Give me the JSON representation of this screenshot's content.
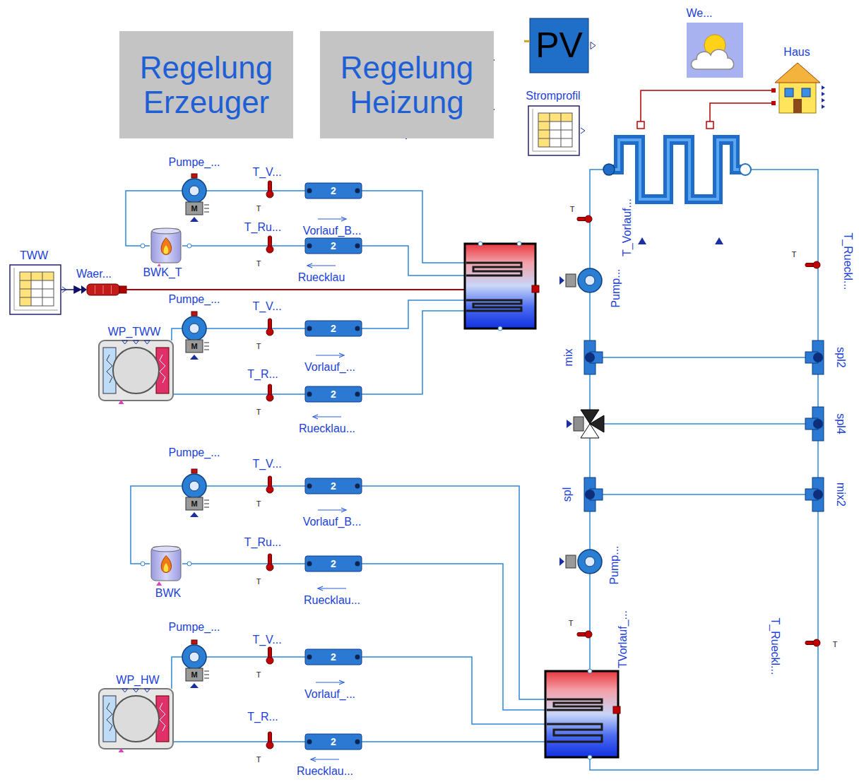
{
  "diagram": {
    "nodes": [
      {
        "text": [
          "Regelung Erzeuger"
        ]
      },
      {
        "text": [
          "Regelung Heizung"
        ]
      },
      {
        "text": [
          "PV"
        ]
      },
      {
        "text": [
          "We..."
        ]
      },
      {
        "text": [
          "Stromprofil"
        ]
      },
      {
        "text": [
          "Haus"
        ]
      },
      {
        "text": [
          "Pumpe_...",
          "M"
        ]
      },
      {
        "text": [
          "T_V...",
          "T"
        ]
      },
      {
        "text": [
          "2",
          "Vorlauf_B..."
        ]
      },
      {
        "text": [
          "TWW"
        ]
      },
      {
        "text": [
          "Waer..."
        ]
      },
      {
        "text": [
          "BWK_T"
        ]
      },
      {
        "text": [
          "T_Ru...",
          "T"
        ]
      },
      {
        "text": [
          "2",
          "Ruecklau"
        ]
      },
      {
        "text": [
          "Pumpe_...",
          "M"
        ]
      },
      {
        "text": [
          "WP_TWW"
        ]
      },
      {
        "text": [
          "T_V...",
          "T"
        ]
      },
      {
        "text": [
          "2",
          "Vorlauf_..."
        ]
      },
      {
        "text": [
          "T_R...",
          "T"
        ]
      },
      {
        "text": [
          "2",
          "Ruecklau..."
        ]
      },
      {
        "text": [
          "Pumpe_...",
          "M"
        ]
      },
      {
        "text": [
          "T_V...",
          "T"
        ]
      },
      {
        "text": [
          "2",
          "Vorlauf_B..."
        ]
      },
      {
        "text": [
          "BWK"
        ]
      },
      {
        "text": [
          "T_Ru...",
          "T"
        ]
      },
      {
        "text": [
          "2",
          "Ruecklau..."
        ]
      },
      {
        "text": [
          "Pumpe_...",
          "M"
        ]
      },
      {
        "text": [
          "T_V...",
          "T"
        ]
      },
      {
        "text": [
          "2",
          "Vorlauf_..."
        ]
      },
      {
        "text": [
          "WP_HW"
        ]
      },
      {
        "text": [
          "T_R...",
          "T"
        ]
      },
      {
        "text": [
          "2",
          "Ruecklau..."
        ]
      },
      {
        "text": [
          "T_Vorlauf...",
          "T"
        ]
      },
      {
        "text": [
          "Pump..."
        ]
      },
      {
        "text": [
          "mix"
        ]
      },
      {
        "text": [
          "spl"
        ]
      },
      {
        "text": [
          "Pump..."
        ]
      },
      {
        "text": [
          "TVorlauf_...",
          "T"
        ]
      },
      {
        "text": [
          "T_Rueckl...",
          "T"
        ]
      },
      {
        "text": [
          "spl2"
        ]
      },
      {
        "text": [
          "spl4"
        ]
      },
      {
        "text": [
          "mix2"
        ]
      },
      {
        "text": [
          "T_Rueckl...",
          "T"
        ]
      }
    ],
    "edges": [
      {
        "from": 9,
        "to": 10,
        "arrow": "to"
      },
      {
        "from": 11,
        "to": 6,
        "arrow": "none"
      },
      {
        "from": 6,
        "to": 7,
        "arrow": "none"
      },
      {
        "from": 7,
        "to": 8,
        "arrow": "none"
      },
      {
        "from": 11,
        "to": 12,
        "arrow": "none"
      },
      {
        "from": 12,
        "to": 13,
        "arrow": "none"
      },
      {
        "from": 15,
        "to": 14,
        "arrow": "none"
      },
      {
        "from": 14,
        "to": 16,
        "arrow": "none"
      },
      {
        "from": 16,
        "to": 17,
        "arrow": "none"
      },
      {
        "from": 15,
        "to": 18,
        "arrow": "none"
      },
      {
        "from": 18,
        "to": 19,
        "arrow": "none"
      },
      {
        "from": 23,
        "to": 20,
        "arrow": "none"
      },
      {
        "from": 20,
        "to": 21,
        "arrow": "none"
      },
      {
        "from": 21,
        "to": 22,
        "arrow": "none"
      },
      {
        "from": 23,
        "to": 24,
        "arrow": "none"
      },
      {
        "from": 24,
        "to": 25,
        "arrow": "none"
      },
      {
        "from": 29,
        "to": 26,
        "arrow": "none"
      },
      {
        "from": 26,
        "to": 27,
        "arrow": "none"
      },
      {
        "from": 27,
        "to": 28,
        "arrow": "none"
      },
      {
        "from": 29,
        "to": 30,
        "arrow": "none"
      },
      {
        "from": 30,
        "to": 31,
        "arrow": "none"
      },
      {
        "from": 33,
        "to": 32,
        "arrow": "none"
      },
      {
        "from": 34,
        "to": 33,
        "arrow": "none"
      },
      {
        "from": 36,
        "to": 35,
        "arrow": "none"
      },
      {
        "from": 37,
        "to": 36,
        "arrow": "none"
      },
      {
        "from": 34,
        "to": 39,
        "arrow": "none"
      },
      {
        "from": 35,
        "to": 41,
        "arrow": "none"
      },
      {
        "from": 38,
        "to": 39,
        "arrow": "none"
      },
      {
        "from": 39,
        "to": 40,
        "arrow": "none"
      },
      {
        "from": 40,
        "to": 41,
        "arrow": "none"
      },
      {
        "from": 41,
        "to": 42,
        "arrow": "none"
      }
    ]
  }
}
